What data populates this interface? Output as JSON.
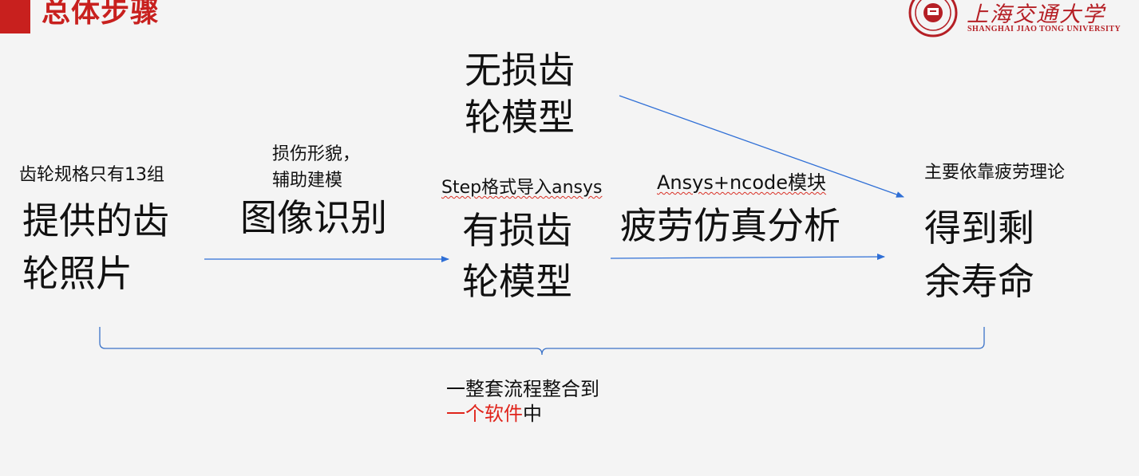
{
  "header": {
    "title": "总体步骤",
    "logo_cn": "上海交通大学",
    "logo_en": "SHANGHAI JIAO TONG UNIVERSITY"
  },
  "nodes": {
    "input_photo": {
      "note": "齿轮规格只有13组",
      "line1": "提供的齿",
      "line2": "轮照片"
    },
    "image_recognition": {
      "note1": "损伤形貌，",
      "note2": "辅助建模",
      "label": "图像识别"
    },
    "damaged_model": {
      "note": "Step格式导入ansys",
      "line1": "有损齿",
      "line2": "轮模型"
    },
    "undamaged_model": {
      "line1": "无损齿",
      "line2": "轮模型"
    },
    "fatigue_sim": {
      "note": "Ansys+ncode模块",
      "label": "疲劳仿真分析"
    },
    "result": {
      "note": "主要依靠疲劳理论",
      "line1": "得到剩",
      "line2": "余寿命"
    }
  },
  "summary": {
    "line1": "一整套流程整合到",
    "line2_red": "一个软件",
    "line2_rest": "中"
  },
  "colors": {
    "accent_red": "#c8201e",
    "arrow_blue": "#2f6fd6",
    "brace_blue": "#3a72c8"
  }
}
